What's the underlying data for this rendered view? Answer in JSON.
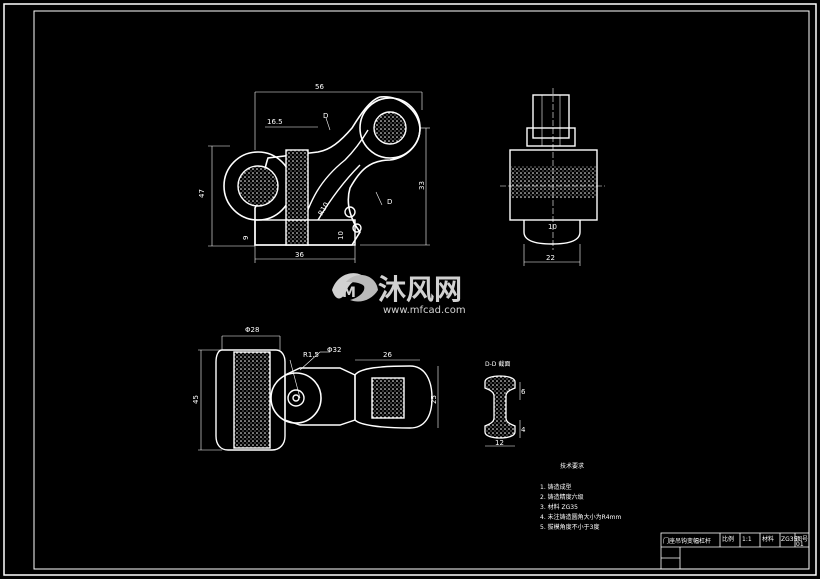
{
  "watermark": {
    "brand": "沐风网",
    "url": "www.mfcad.com"
  },
  "front_view": {
    "dims": {
      "width_56": "56",
      "d16_5": "16.5",
      "d47": "47",
      "d36": "36",
      "d33": "33",
      "d9": "9",
      "d10": "10",
      "r10": "R10"
    },
    "section_marks": {
      "d1": "D",
      "d2": "D"
    }
  },
  "side_view": {
    "dims": {
      "d22": "22",
      "d10": "10"
    }
  },
  "bottom_view": {
    "dims": {
      "dia28": "Φ28",
      "r1_5": "R1.5",
      "dia32": "Φ32",
      "d26": "26",
      "d45": "45",
      "d25": "25"
    }
  },
  "section_view": {
    "title": "D-D 截面",
    "dims": {
      "d6": "6",
      "d4": "4",
      "d12": "12"
    }
  },
  "tech_requirements": {
    "title": "技术要求",
    "items": [
      "1. 铸造成型",
      "2. 铸造精度六级",
      "3. 材料 ZG35",
      "4. 未注铸造圆角大小为R4mm",
      "5. 拔模角度不小于3度"
    ]
  },
  "title_block": {
    "name": "门座吊钩变幅杠杆",
    "cells": [
      "比例",
      "1:1",
      "材料",
      "ZG35",
      "图号",
      "01"
    ]
  }
}
